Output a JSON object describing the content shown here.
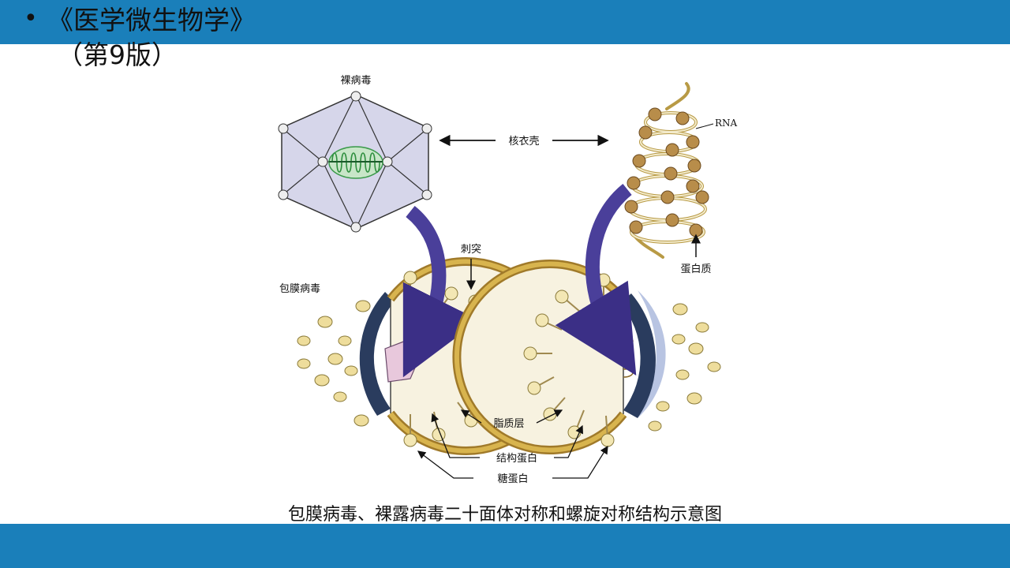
{
  "slide": {
    "bullet": "•",
    "title": "《医学微生物学》",
    "subtitle": "（第9版）",
    "caption": "包膜病毒、裸露病毒二十面体对称和螺旋对称结构示意图",
    "colors": {
      "band": "#1a7fba"
    }
  },
  "figure": {
    "labels": {
      "naked_virus": "裸病毒",
      "capsid": "核衣壳",
      "rna": "RNA",
      "spike": "刺突",
      "protein": "蛋白质",
      "enveloped_virus": "包膜病毒",
      "lipid_layer": "脂质层",
      "structural_protein": "结构蛋白",
      "glycoprotein": "糖蛋白"
    }
  }
}
